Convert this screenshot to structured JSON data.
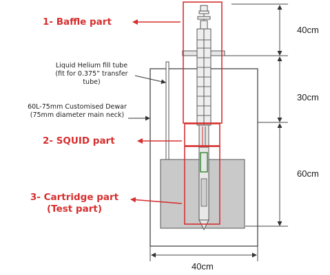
{
  "labels": {
    "baffle": "1- Baffle part",
    "squid": "2- SQUID part",
    "cartridge": [
      "3- Cartridge part",
      "(Test part)"
    ],
    "fill_tube": [
      "Liquid Helium fill tube",
      "(fit for 0.375” transfer",
      "tube)"
    ],
    "dewar": [
      "60L-75mm Customised Dewar",
      "(75mm diameter main neck)"
    ]
  },
  "dimensions": {
    "top": "40cm",
    "middle": "30cm",
    "bottom": "60cm",
    "width": "40cm"
  },
  "colors": {
    "highlight_red": "#d62f2f",
    "line": "#333333",
    "liquid_fill": "#c9c9c9"
  }
}
